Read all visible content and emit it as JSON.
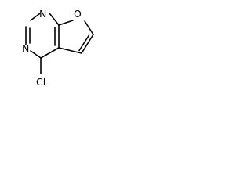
{
  "structure": {
    "atoms": {
      "n1": "N",
      "n3": "N",
      "o7": "O",
      "cl": "Cl"
    },
    "colors": {
      "bond": "#000000",
      "label": "#000000",
      "background": "#ffffff"
    }
  }
}
